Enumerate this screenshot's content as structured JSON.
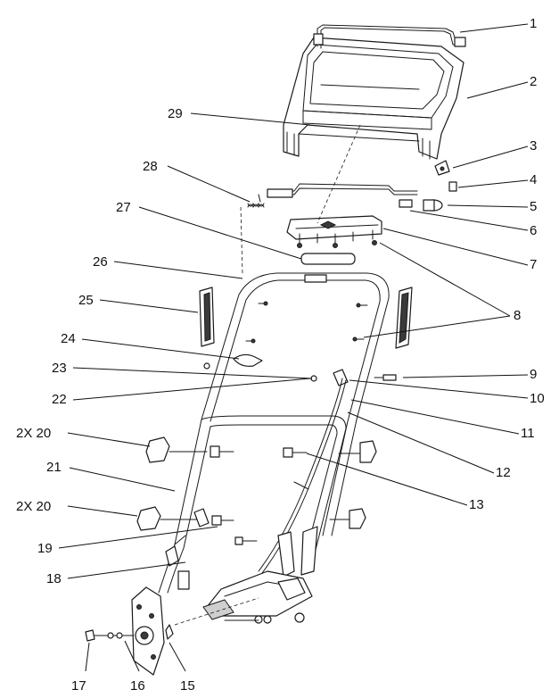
{
  "diagram": {
    "callouts": [
      {
        "id": "1",
        "label": "1"
      },
      {
        "id": "2",
        "label": "2"
      },
      {
        "id": "3",
        "label": "3"
      },
      {
        "id": "4",
        "label": "4"
      },
      {
        "id": "5",
        "label": "5"
      },
      {
        "id": "6",
        "label": "6"
      },
      {
        "id": "7",
        "label": "7"
      },
      {
        "id": "8",
        "label": "8"
      },
      {
        "id": "9",
        "label": "9"
      },
      {
        "id": "10",
        "label": "10"
      },
      {
        "id": "11",
        "label": "11"
      },
      {
        "id": "12",
        "label": "12"
      },
      {
        "id": "13",
        "label": "13"
      },
      {
        "id": "15",
        "label": "15"
      },
      {
        "id": "16",
        "label": "16"
      },
      {
        "id": "17",
        "label": "17"
      },
      {
        "id": "18",
        "label": "18"
      },
      {
        "id": "19",
        "label": "19"
      },
      {
        "id": "20a",
        "label": "2X 20"
      },
      {
        "id": "20b",
        "label": "2X 20"
      },
      {
        "id": "21",
        "label": "21"
      },
      {
        "id": "22",
        "label": "22"
      },
      {
        "id": "23",
        "label": "23"
      },
      {
        "id": "24",
        "label": "24"
      },
      {
        "id": "25",
        "label": "25"
      },
      {
        "id": "26",
        "label": "26"
      },
      {
        "id": "27",
        "label": "27"
      },
      {
        "id": "28",
        "label": "28"
      },
      {
        "id": "29",
        "label": "29"
      }
    ]
  }
}
